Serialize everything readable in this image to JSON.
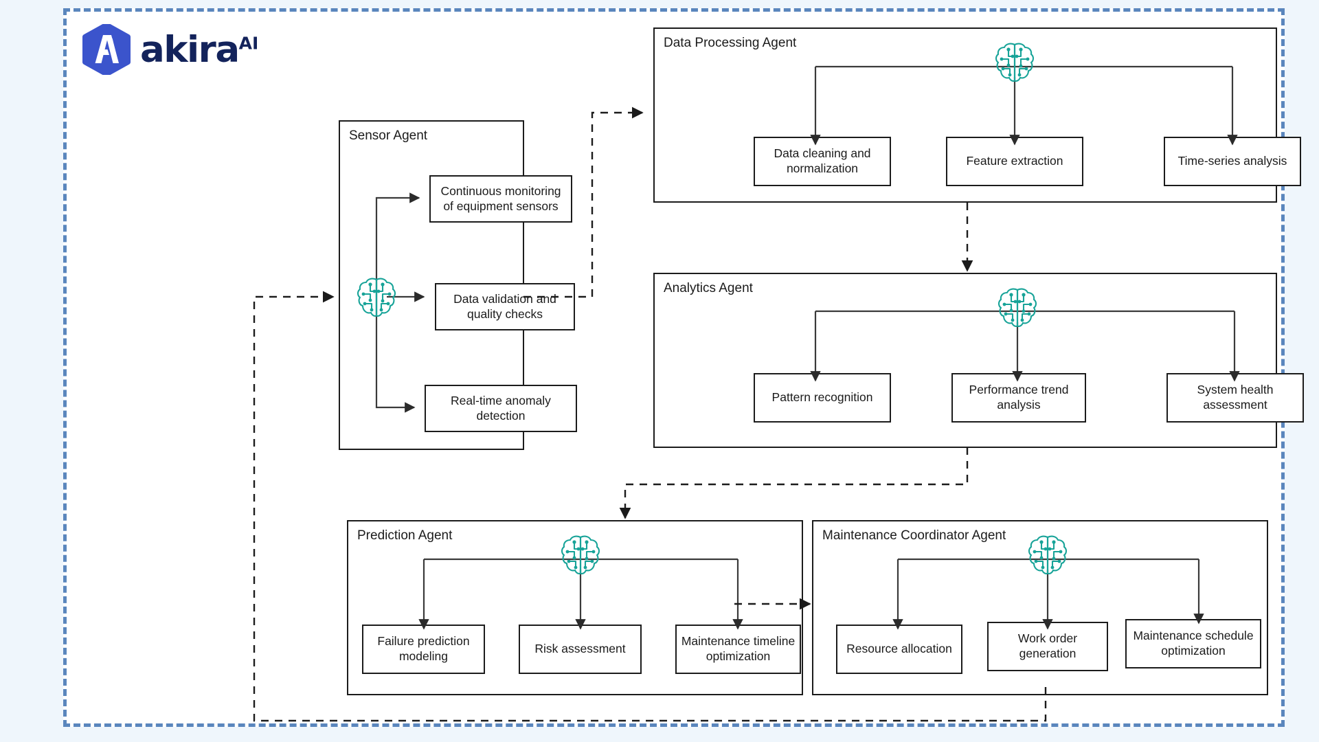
{
  "brand": {
    "name": "akira",
    "superscript": "AI",
    "logo_icon": "akira-hexagon-logo-icon",
    "hex_color": "#3b54cc",
    "wordmark_color": "#13235b"
  },
  "frame": {
    "border_color": "#5a86bd",
    "page_background": "#eff6fc",
    "canvas_background": "#ffffff"
  },
  "theme": {
    "node_border": "#1b1b1b",
    "connector": "#1b1b1b",
    "brain_icon_color": "#17a398",
    "brain_icon_glow": "#7fe8dd"
  },
  "diagram": {
    "type": "agent-architecture-flow",
    "agents": [
      {
        "id": "sensor-agent",
        "title": "Sensor Agent",
        "icon": "ai-brain-icon",
        "tasks": [
          "Continuous monitoring of equipment sensors",
          "Data validation and quality checks",
          "Real-time anomaly detection"
        ]
      },
      {
        "id": "data-processing-agent",
        "title": "Data Processing Agent",
        "icon": "ai-brain-icon",
        "tasks": [
          "Data cleaning and normalization",
          "Feature extraction",
          "Time-series analysis"
        ]
      },
      {
        "id": "analytics-agent",
        "title": "Analytics Agent",
        "icon": "ai-brain-icon",
        "tasks": [
          "Pattern recognition",
          "Performance trend analysis",
          "System health assessment"
        ]
      },
      {
        "id": "prediction-agent",
        "title": "Prediction Agent",
        "icon": "ai-brain-icon",
        "tasks": [
          "Failure prediction modeling",
          "Risk assessment",
          "Maintenance timeline optimization"
        ]
      },
      {
        "id": "maintenance-coordinator-agent",
        "title": "Maintenance Coordinator Agent",
        "icon": "ai-brain-icon",
        "tasks": [
          "Resource allocation",
          "Work order generation",
          "Maintenance schedule optimization"
        ]
      }
    ],
    "flows": [
      {
        "from": "sensor-agent",
        "to": "data-processing-agent",
        "style": "dashed"
      },
      {
        "from": "data-processing-agent",
        "to": "analytics-agent",
        "style": "dashed"
      },
      {
        "from": "analytics-agent",
        "to": "prediction-agent",
        "style": "dashed"
      },
      {
        "from": "prediction-agent",
        "to": "maintenance-coordinator-agent",
        "style": "dashed"
      },
      {
        "from": "maintenance-coordinator-agent",
        "to": "sensor-agent",
        "style": "dashed"
      }
    ]
  }
}
